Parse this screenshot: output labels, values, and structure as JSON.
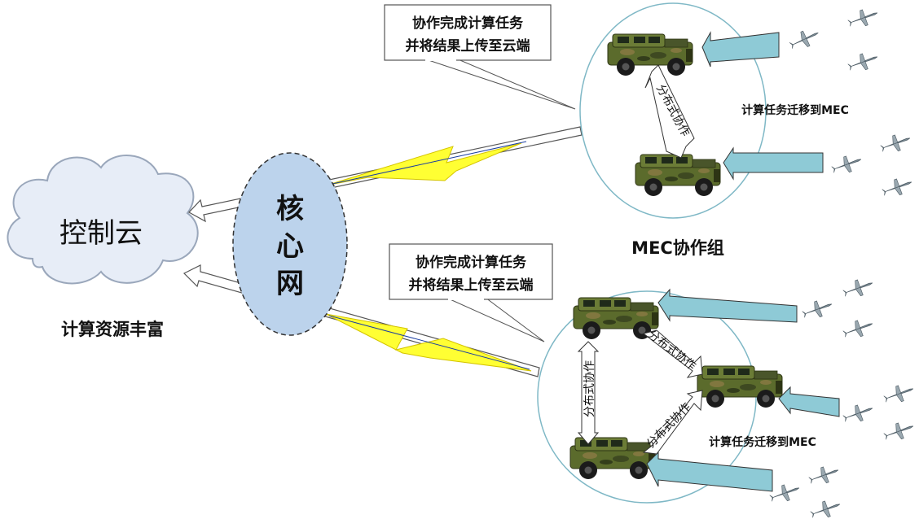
{
  "cloud": {
    "label": "控制云",
    "caption": "计算资源丰富"
  },
  "core": {
    "chars": [
      "核",
      "心",
      "网"
    ]
  },
  "mec_group": {
    "label": "MEC协作组"
  },
  "callouts": {
    "top": {
      "line1": "协作完成计算任务",
      "line2": "并将结果上传至云端"
    },
    "bottom": {
      "line1": "协作完成计算任务",
      "line2": "并将结果上传至云端"
    }
  },
  "offload_label_top": "计算任务迁移到MEC",
  "offload_label_bottom": "计算任务迁移到MEC",
  "collab_label": "分布式协作",
  "colors": {
    "cloud_fill": "#e7edf7",
    "cloud_stroke": "#9aa7bb",
    "core_fill": "#bcd3ec",
    "offload_arrow": "#8ecad6",
    "lightning": "#ffff33",
    "circle_stroke": "#7fb8c6"
  },
  "icons": [
    "cloud-icon",
    "military-vehicle-icon",
    "drone-icon",
    "lightning-icon"
  ]
}
